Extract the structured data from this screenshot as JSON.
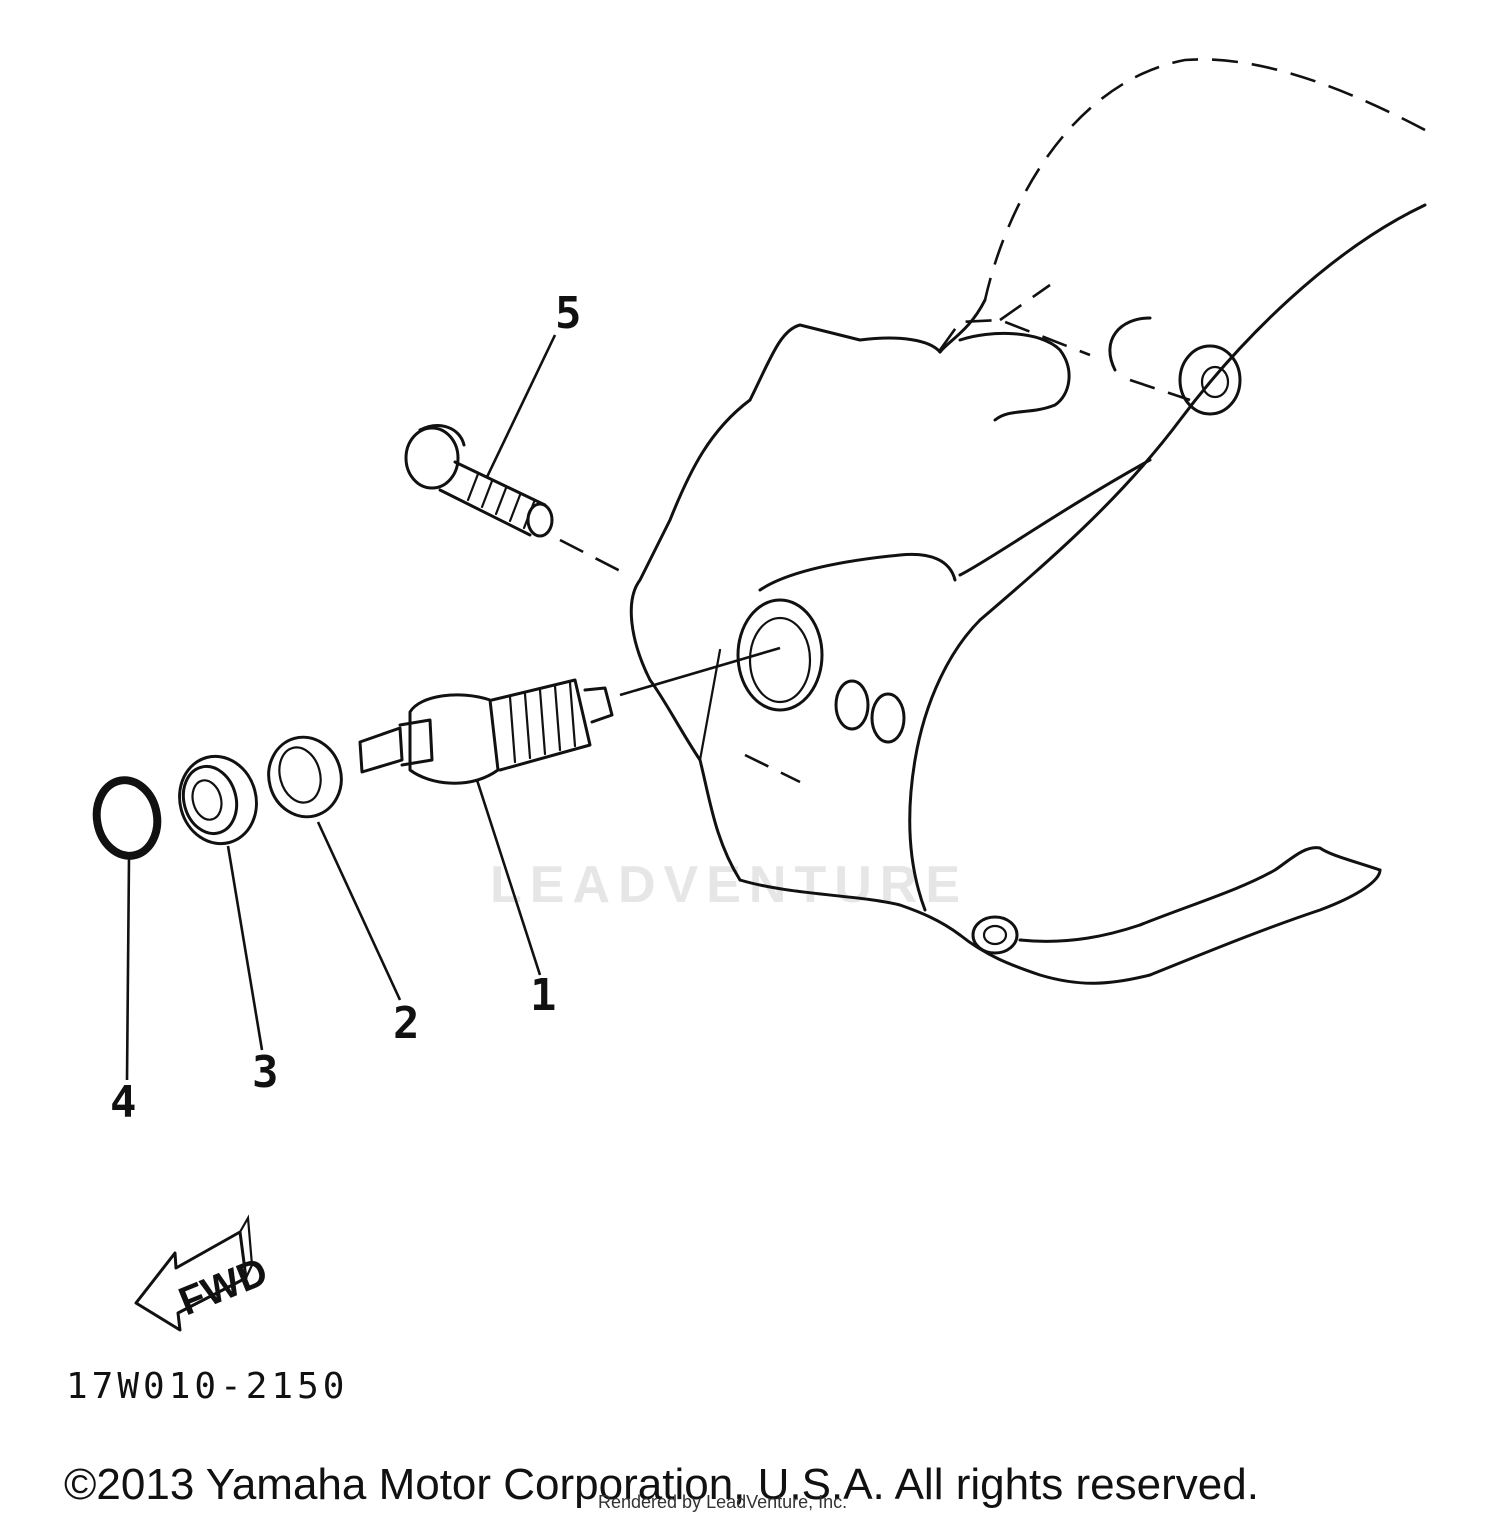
{
  "diagram": {
    "callouts": [
      "1",
      "2",
      "3",
      "4",
      "5"
    ],
    "fwd_label": "FWD",
    "watermark": "LEADVENTURE",
    "code": "17W010-2150"
  },
  "footer": {
    "copyright": "©2013 Yamaha Motor Corporation, U.S.A. All rights reserved.",
    "rendered_by": "Rendered by LeadVenture, Inc."
  },
  "colors": {
    "ink": "#111111",
    "watermark": "#e6e6e6",
    "background": "#ffffff"
  }
}
